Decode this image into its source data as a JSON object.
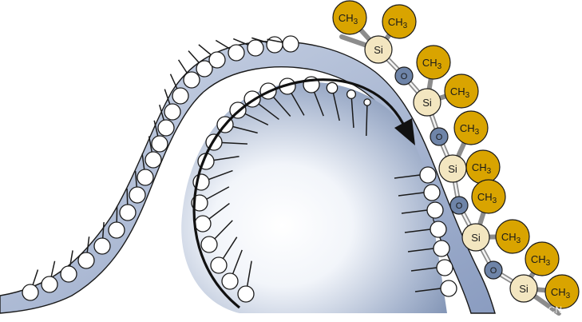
{
  "labels": {
    "methyl": "CH",
    "methyl_subscript": "3",
    "silicon": "Si",
    "oxygen": "O"
  },
  "watermark": "SQLAI.CN",
  "colors": {
    "background": "#ffffff",
    "bead_fill": "#ffffff",
    "bead_stroke": "#1a1a1a",
    "band_fill": "#b6c3d9",
    "band_stroke": "#1a1a1a",
    "methyl_fill": "#d9a400",
    "silicon_fill": "#f3e6c0",
    "oxygen_fill": "#6e84a8",
    "arrow": "#111111"
  },
  "icons": {
    "flow_arrow": "curved-arrow-icon",
    "outer_layer": "lipid-bilayer-icon",
    "inner_layer": "lipid-monolayer-icon",
    "polymer": "siloxane-chain-icon"
  }
}
